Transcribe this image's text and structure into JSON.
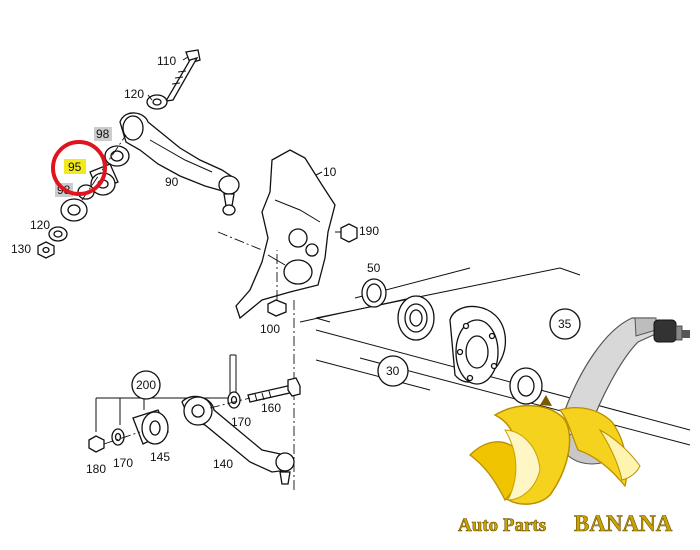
{
  "parts": {
    "p110": "110",
    "p120_top": "120",
    "p98_top": "98",
    "p95": "95",
    "p98_bottom": "98",
    "p90": "90",
    "p120_left": "120",
    "p130": "130",
    "p10": "10",
    "p190": "190",
    "p50": "50",
    "p100": "100",
    "p35": "35",
    "p30": "30",
    "p200": "200",
    "p160": "160",
    "p170_right": "170",
    "p145": "145",
    "p180": "180",
    "p170_left": "170",
    "p140": "140"
  },
  "highlight": {
    "part": "95",
    "circle_color": "#e0141e",
    "marker_color": "#f2ea1d"
  },
  "watermark": {
    "text_left": "Auto Parts",
    "text_right": "BANANA",
    "color": "#d9b400"
  }
}
